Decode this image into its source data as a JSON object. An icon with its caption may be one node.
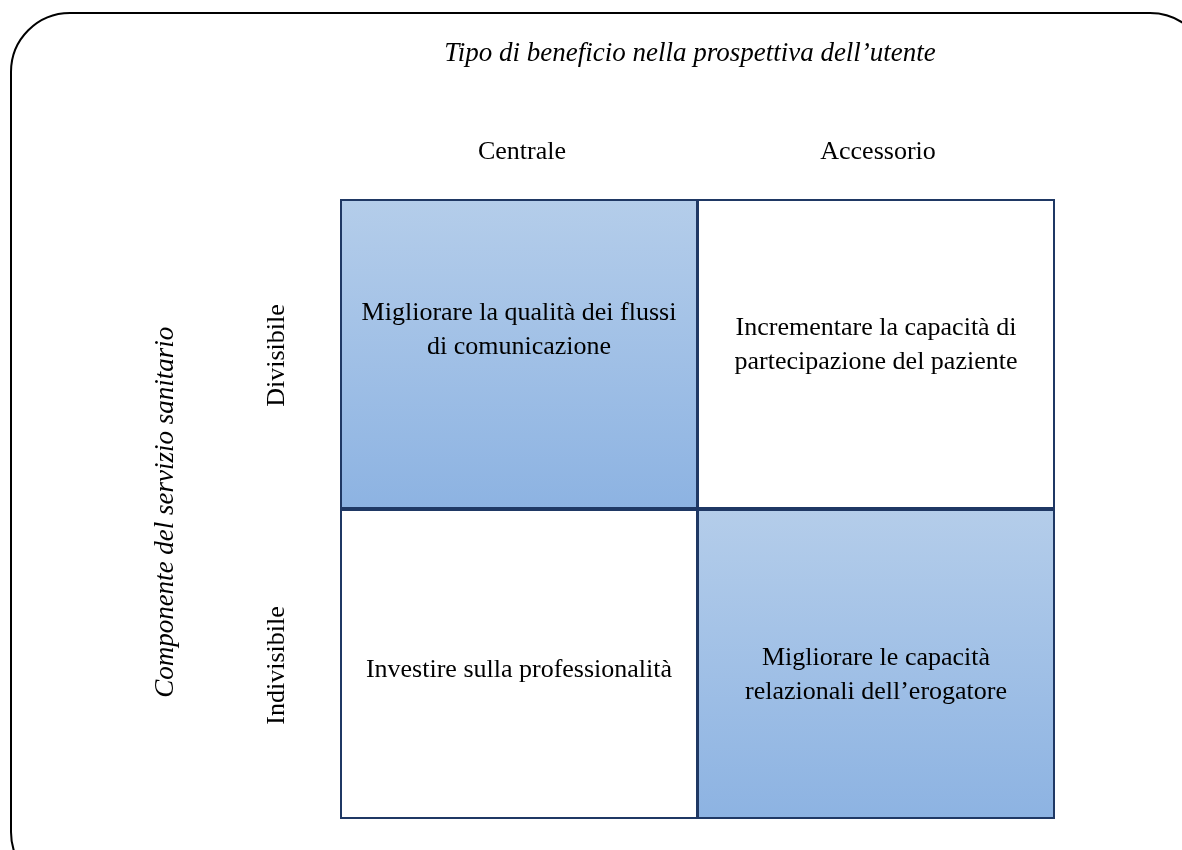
{
  "diagram": {
    "nodes": [
      {
        "text": [
          "Migliorare la qualità dei flussi di comunicazione"
        ]
      },
      {
        "text": [
          "Incrementare la capacità di partecipazione del paziente"
        ]
      },
      {
        "text": [
          "Investire sulla professionalità"
        ]
      },
      {
        "text": [
          "Migliorare le capacità relazionali dell’erogatore"
        ]
      }
    ],
    "labels": [
      "Tipo di beneficio nella prospettiva dell’utente",
      "Centrale",
      "Accessorio",
      "Componente del servizio sanitario",
      "Divisibile",
      "Indivisibile"
    ]
  }
}
